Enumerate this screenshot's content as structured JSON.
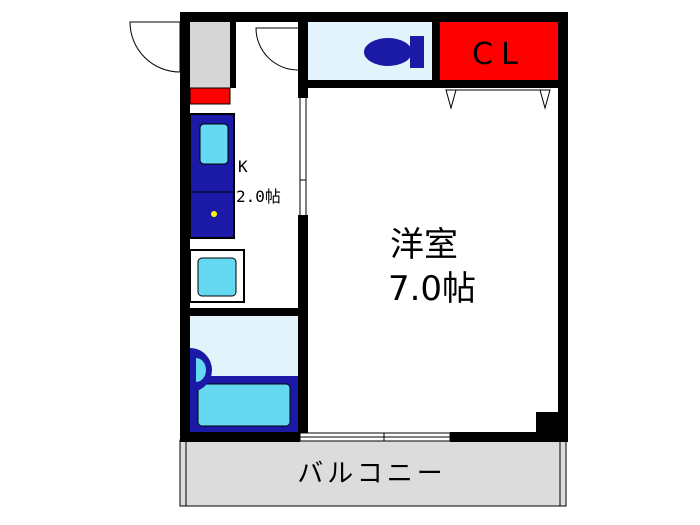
{
  "rooms": {
    "western_room": {
      "name": "洋室",
      "size": "7.0帖"
    },
    "kitchen": {
      "name": "K",
      "size": "2.0帖"
    },
    "closet": {
      "name": "CL"
    },
    "balcony": {
      "name": "バルコニー"
    }
  },
  "colors": {
    "wall": "#000000",
    "fixture_light": "#e3f3fb",
    "fixture_cyan": "#66d9f2",
    "fixture_blue": "#1a1aa6",
    "closet_red": "#ff0000",
    "balcony_gray": "#dcdcdc",
    "entry_gray": "#d6d6d6",
    "knob_yellow": "#ffff00"
  }
}
